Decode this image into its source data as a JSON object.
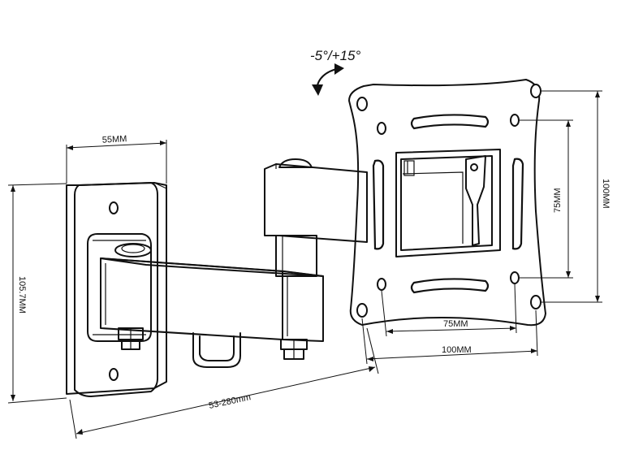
{
  "labels": {
    "tilt": "-5°/+15°",
    "wall_plate_width": "55MM",
    "wall_plate_height": "105.7MM",
    "arm_extension": "53-280mm",
    "vesa_small_horizontal": "75MM",
    "vesa_small_vertical": "75MM",
    "vesa_large_horizontal": "100MM",
    "vesa_large_vertical": "100MM"
  },
  "colors": {
    "line": "#111111",
    "background": "#ffffff"
  }
}
